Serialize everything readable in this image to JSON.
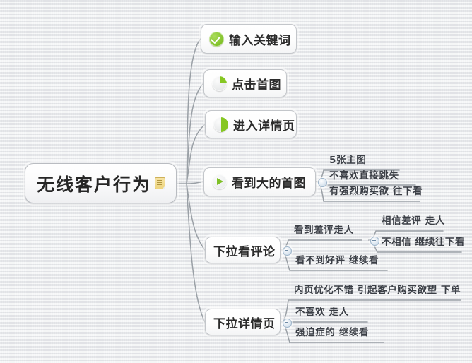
{
  "canvas": {
    "background_color": "#ecedef",
    "accent_color": "#86c723",
    "node_border_color": "#c3c6ca",
    "link_color": "#9aa0a6",
    "toggle_color": "#bcd0e2"
  },
  "root": {
    "label": "无线客户行为",
    "note_icon": "note-icon"
  },
  "branches": [
    {
      "label": "输入关键词",
      "icon": "check-circle-icon",
      "progress": 100,
      "children": []
    },
    {
      "label": "点击首图",
      "icon": "pie-quarter-icon",
      "progress": 25,
      "children": []
    },
    {
      "label": "进入详情页",
      "icon": "pie-half-icon",
      "progress": 50,
      "children": []
    },
    {
      "label": "看到大的首图",
      "icon": "play-circle-icon",
      "progress": 0,
      "children": [
        {
          "label": "5张主图",
          "children": []
        },
        {
          "label": "不喜欢直接跳失",
          "children": []
        },
        {
          "label": "有强烈购买欲 往下看",
          "children": []
        }
      ]
    },
    {
      "label": "下拉看评论",
      "icon": "",
      "children": [
        {
          "label": "看到差评走人",
          "children": [
            {
              "label": "相信差评 走人"
            },
            {
              "label": "不相信 继续往下看"
            }
          ]
        },
        {
          "label": "看不到好评 继续看",
          "children": []
        }
      ]
    },
    {
      "label": "下拉详情页",
      "icon": "",
      "children": [
        {
          "label": "内页优化不错 引起客户购买欲望 下单",
          "children": []
        },
        {
          "label": "不喜欢 走人",
          "children": []
        },
        {
          "label": "强迫症的 继续看",
          "children": []
        }
      ]
    }
  ]
}
